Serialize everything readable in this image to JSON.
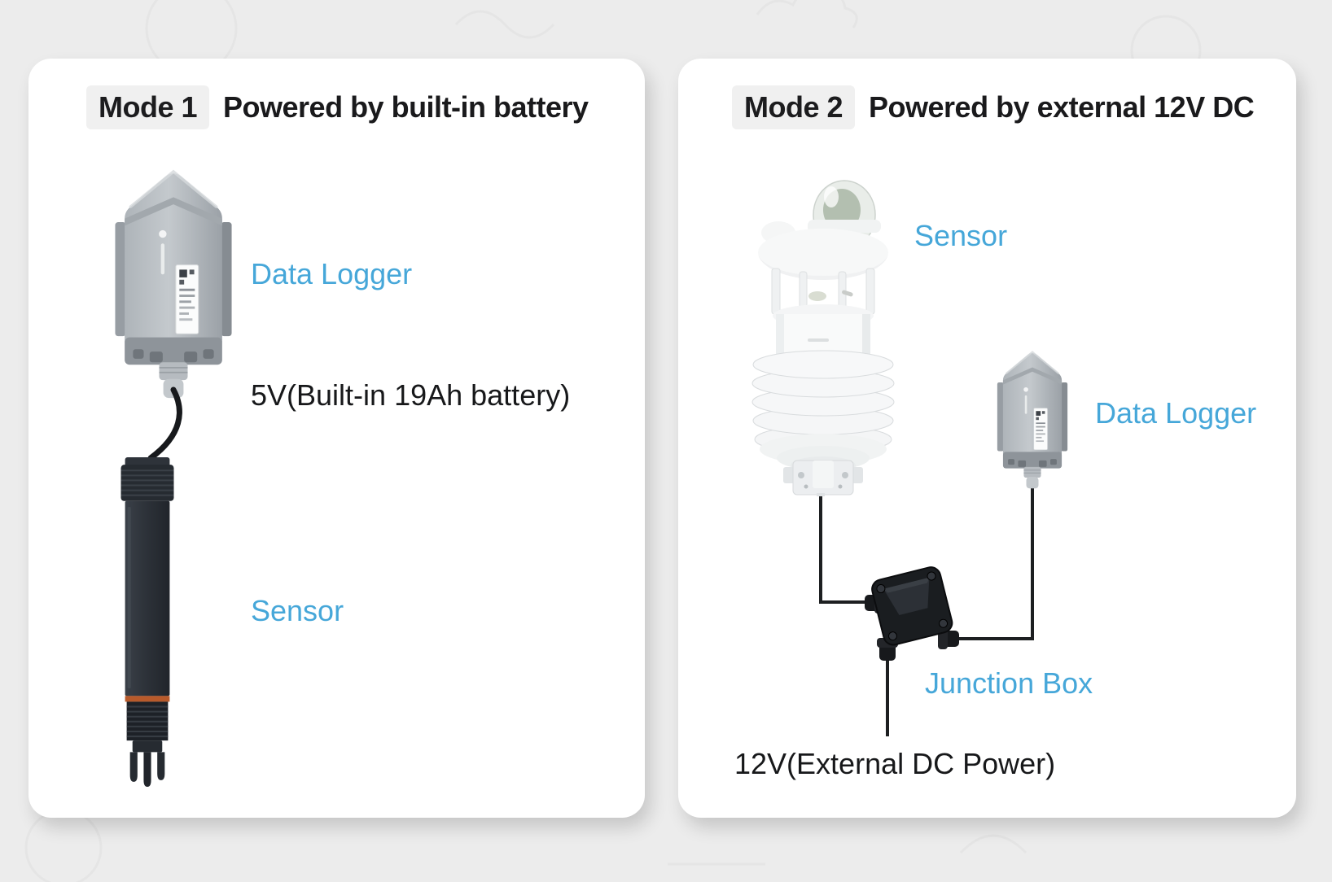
{
  "colors": {
    "background": "#ececec",
    "card": "#ffffff",
    "badge_background": "#f0f0f0",
    "accent_blue": "#46a7d9",
    "text_dark": "#1a1a1c",
    "wire": "#1d1f21",
    "sensor_probe_ring_orange": "#b85a2b"
  },
  "mode1": {
    "badge": "Mode 1",
    "title": "Powered by built-in battery",
    "labels": {
      "data_logger": "Data Logger",
      "power": "5V(Built-in 19Ah battery)",
      "sensor": "Sensor"
    },
    "devices": [
      "data-logger-device",
      "water-sensor-probe-device"
    ]
  },
  "mode2": {
    "badge": "Mode 2",
    "title": "Powered by external 12V DC",
    "labels": {
      "sensor": "Sensor",
      "data_logger": "Data Logger",
      "junction_box": "Junction Box",
      "power": "12V(External DC Power)"
    },
    "devices": [
      "weather-station-sensor-device",
      "data-logger-device",
      "junction-box-device"
    ]
  }
}
